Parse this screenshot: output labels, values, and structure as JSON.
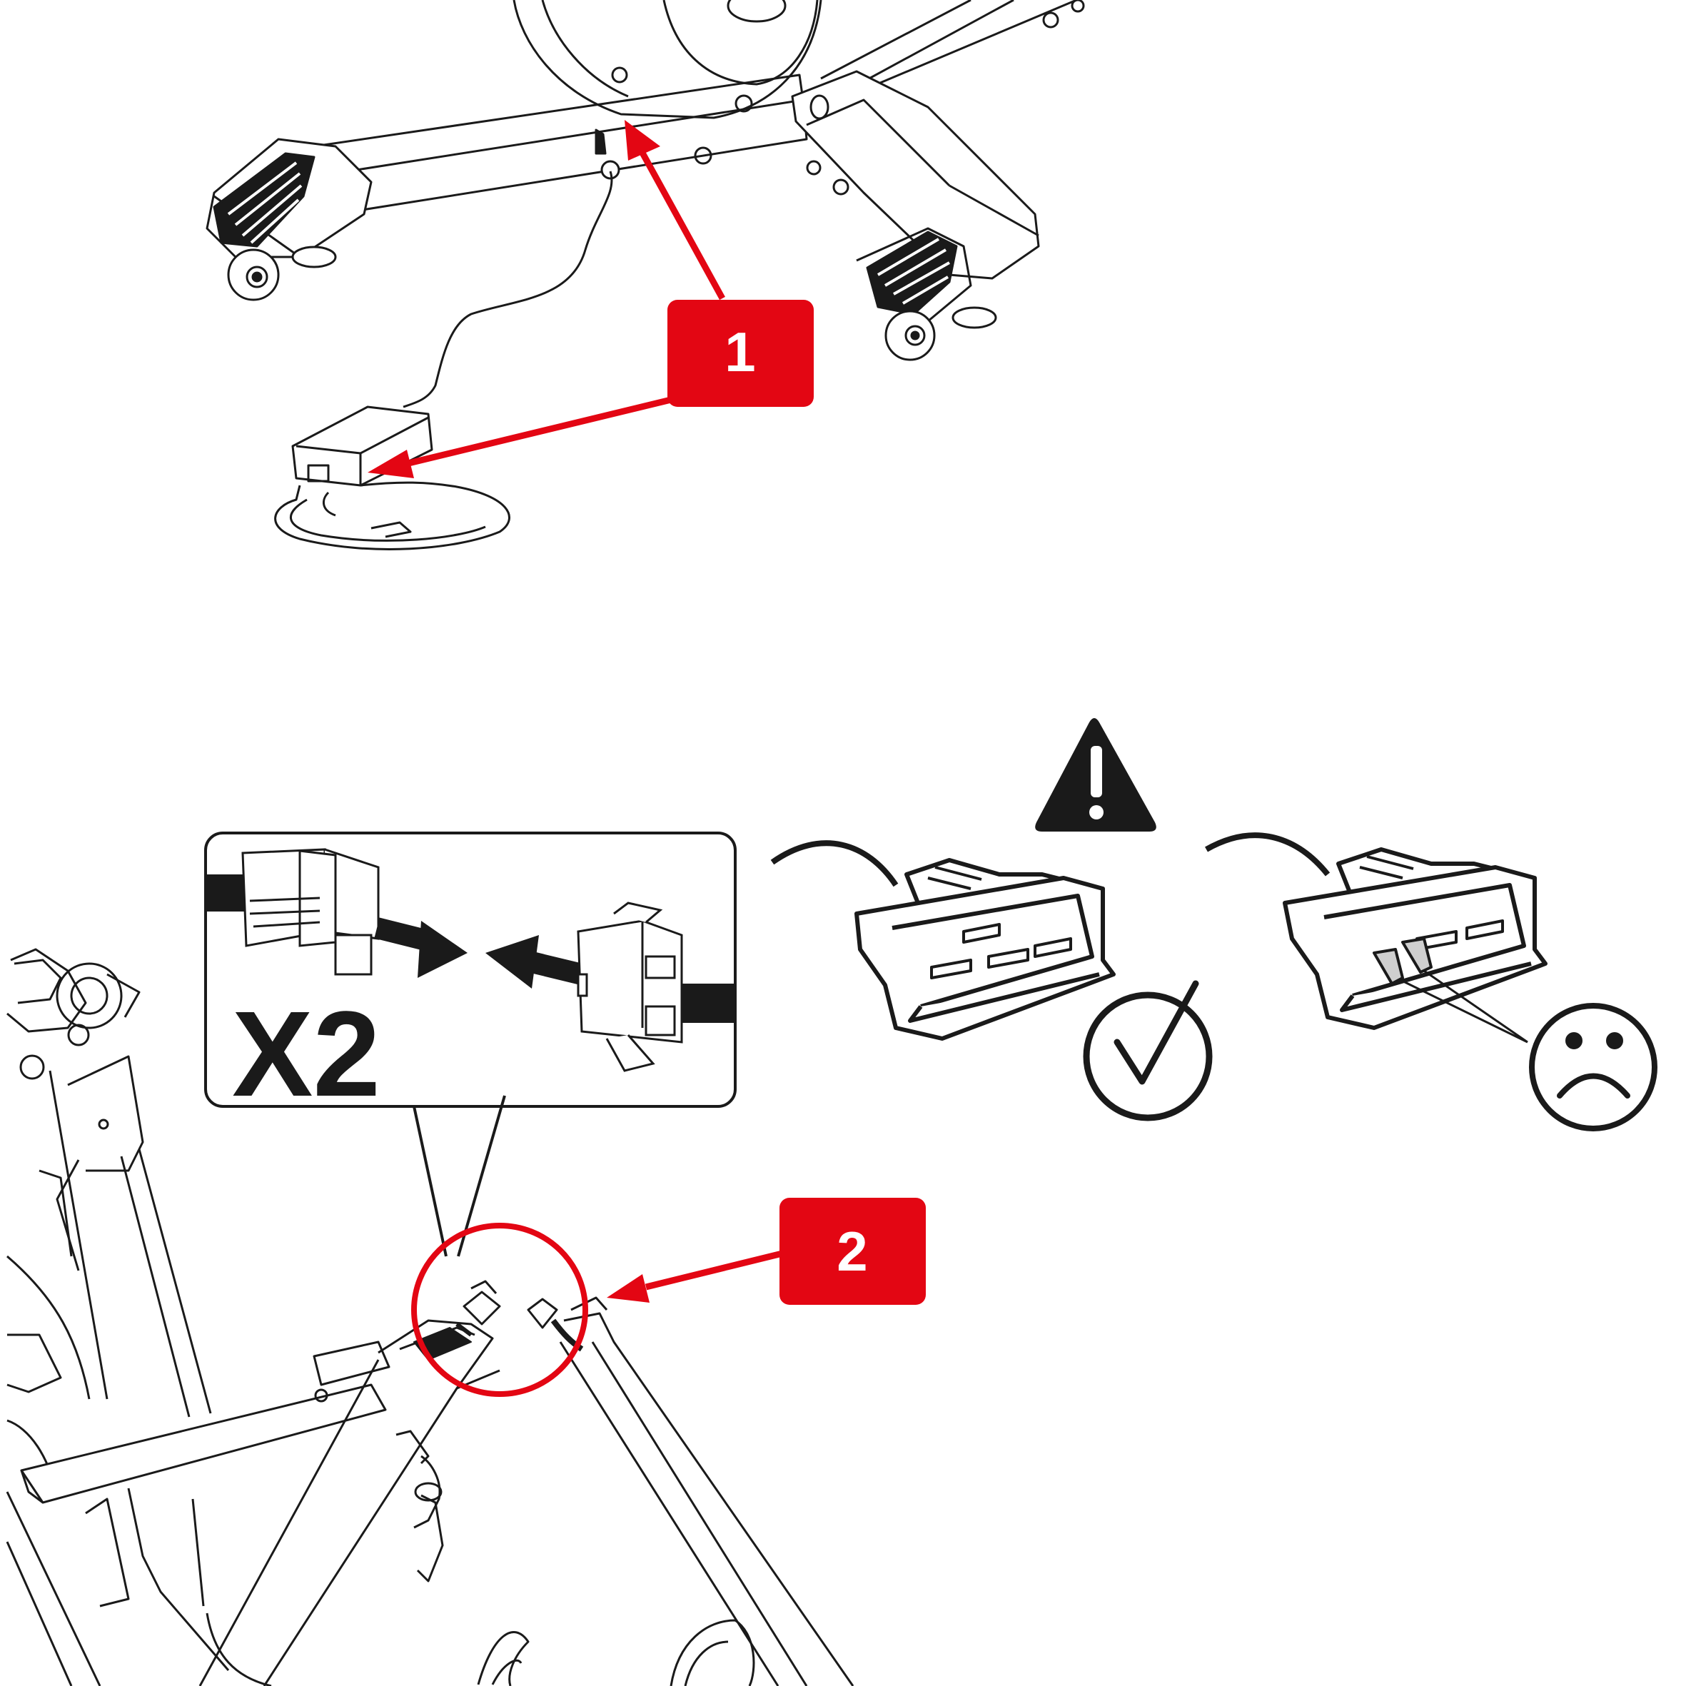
{
  "callouts": [
    {
      "id": "1",
      "label": "1"
    },
    {
      "id": "2",
      "label": "2"
    }
  ],
  "inset": {
    "multiplier": "X2"
  },
  "icons": {
    "warning": "warning-triangle-icon",
    "correct": "check-circle-icon",
    "incorrect": "sad-face-icon"
  },
  "colors": {
    "accent": "#e30613",
    "ink": "#1a1a1a",
    "paper": "#ffffff"
  }
}
